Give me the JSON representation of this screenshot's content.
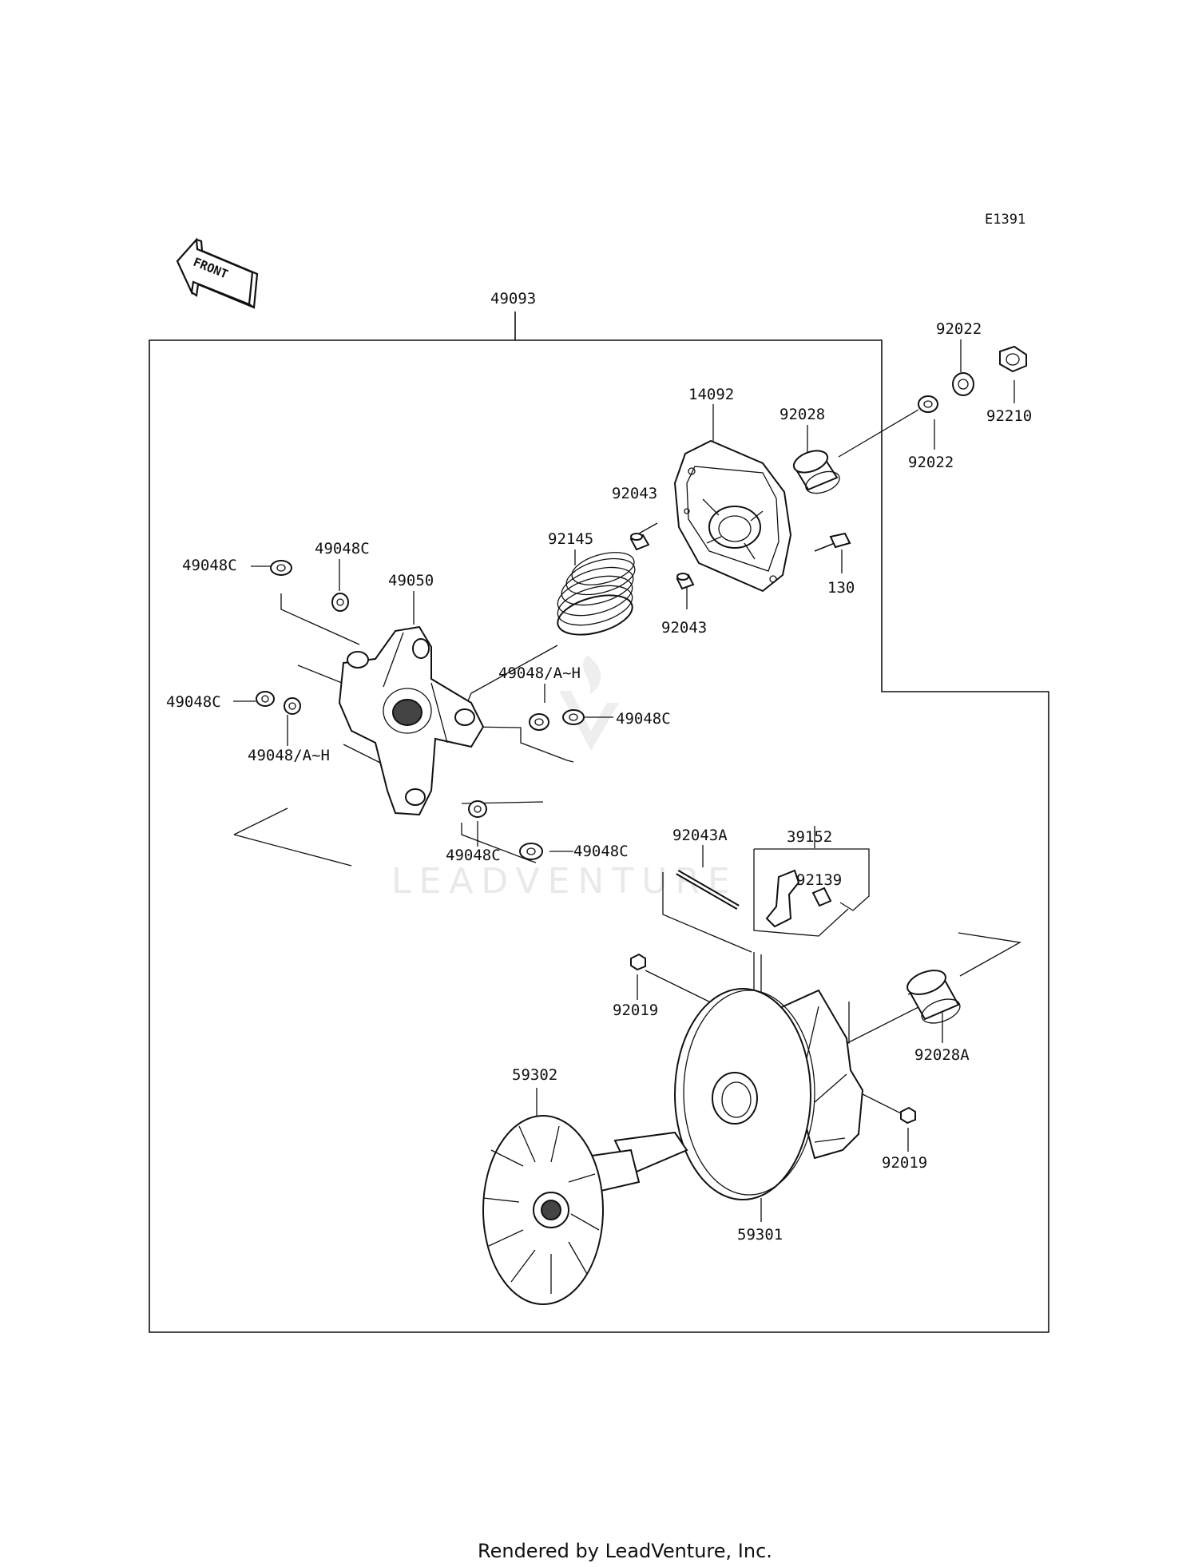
{
  "diagram": {
    "code": "E1391",
    "front_arrow_label": "FRONT",
    "watermark": "LEADVENTURE",
    "footer": "Rendered by LeadVenture, Inc.",
    "labels": {
      "p49093": "49093",
      "p92022a": "92022",
      "p92022b": "92022",
      "p92210": "92210",
      "p14092": "14092",
      "p92028": "92028",
      "p92043a": "92043",
      "p92043b": "92043",
      "p130": "130",
      "p92145": "92145",
      "p49048Ca": "49048C",
      "p49048Cb": "49048C",
      "p49048Cc": "49048C",
      "p49048Cd": "49048C",
      "p49048Ce": "49048C",
      "p49048Cf": "49048C",
      "p49050": "49050",
      "p49048AHa": "49048/A~H",
      "p49048AHb": "49048/A~H",
      "p92043A": "92043A",
      "p39152": "39152",
      "p92139": "92139",
      "p92019a": "92019",
      "p92019b": "92019",
      "p92028A": "92028A",
      "p59302": "59302",
      "p59301": "59301"
    }
  }
}
